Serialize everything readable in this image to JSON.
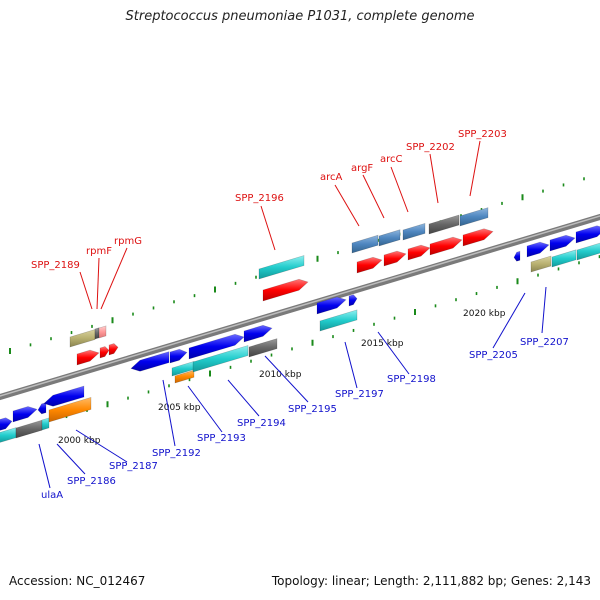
{
  "title": "Streptococcus pneumoniae P1031, complete genome",
  "footer": {
    "accession": "Accession: NC_012467",
    "summary": "Topology: linear; Length: 2,111,882 bp; Genes: 2,143"
  },
  "scale_labels": [
    "2000 kbp",
    "2005 kbp",
    "2010 kbp",
    "2015 kbp",
    "2020 kbp"
  ],
  "top_labels": [
    "SPP_2189",
    "rpmF",
    "rpmG",
    "SPP_2196",
    "arcA",
    "argF",
    "arcC",
    "SPP_2202",
    "SPP_2203"
  ],
  "bottom_labels": [
    "ulaA",
    "SPP_2186",
    "SPP_2187",
    "SPP_2192",
    "SPP_2193",
    "SPP_2194",
    "SPP_2195",
    "SPP_2197",
    "SPP_2198",
    "SPP_2205",
    "SPP_2207"
  ],
  "colors": {
    "cds": "#ff0000",
    "gene_forward": "#0000ee",
    "cog": "#22cccc",
    "cog_steel": "#4e86bf",
    "cog_gray": "#666666",
    "cog_olive": "#b8b070",
    "cog_orange": "#ff8800",
    "cog_pink": "#ff9999",
    "axis": "#888888",
    "tick": "#1a8a1a"
  }
}
